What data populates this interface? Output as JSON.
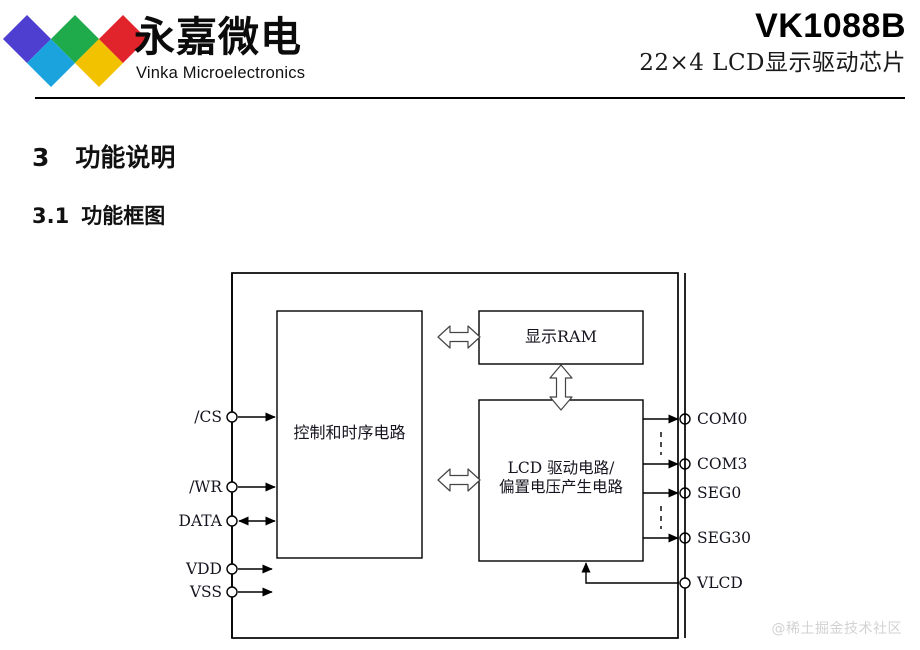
{
  "header": {
    "logo": {
      "cn_name": "永嘉微电",
      "en_name": "Vinka Microelectronics",
      "mark_name": "vinka-diamond-logo",
      "diamond_colors": [
        "#4f3fd1",
        "#1ba3dd",
        "#1faa4b",
        "#f2c200",
        "#e1232b"
      ]
    },
    "part_number": "VK1088B",
    "subtitle": "22×4  LCD显示驱动芯片"
  },
  "sections": {
    "main": {
      "number": "3",
      "title": "功能说明"
    },
    "sub": {
      "number": "3.1",
      "title": "功能框图"
    }
  },
  "diagram": {
    "blocks": [
      {
        "id": "control",
        "label": "控制和时序电路"
      },
      {
        "id": "ram",
        "label": "显示RAM"
      },
      {
        "id": "lcd_driver",
        "line1": "LCD 驱动电路/",
        "line2": "偏置电压产生电路"
      }
    ],
    "left_pins": [
      {
        "name": "/CS",
        "direction": "in"
      },
      {
        "name": "/WR",
        "direction": "in"
      },
      {
        "name": "DATA",
        "direction": "bidirectional"
      },
      {
        "name": "VDD",
        "direction": "in"
      },
      {
        "name": "VSS",
        "direction": "in"
      }
    ],
    "right_pins": [
      {
        "name": "COM0",
        "direction": "out"
      },
      {
        "name": "COM3",
        "direction": "out"
      },
      {
        "name": "SEG0",
        "direction": "out"
      },
      {
        "name": "SEG30",
        "direction": "out"
      },
      {
        "name": "VLCD",
        "direction": "in"
      }
    ]
  },
  "watermark": "@稀土掘金技术社区"
}
